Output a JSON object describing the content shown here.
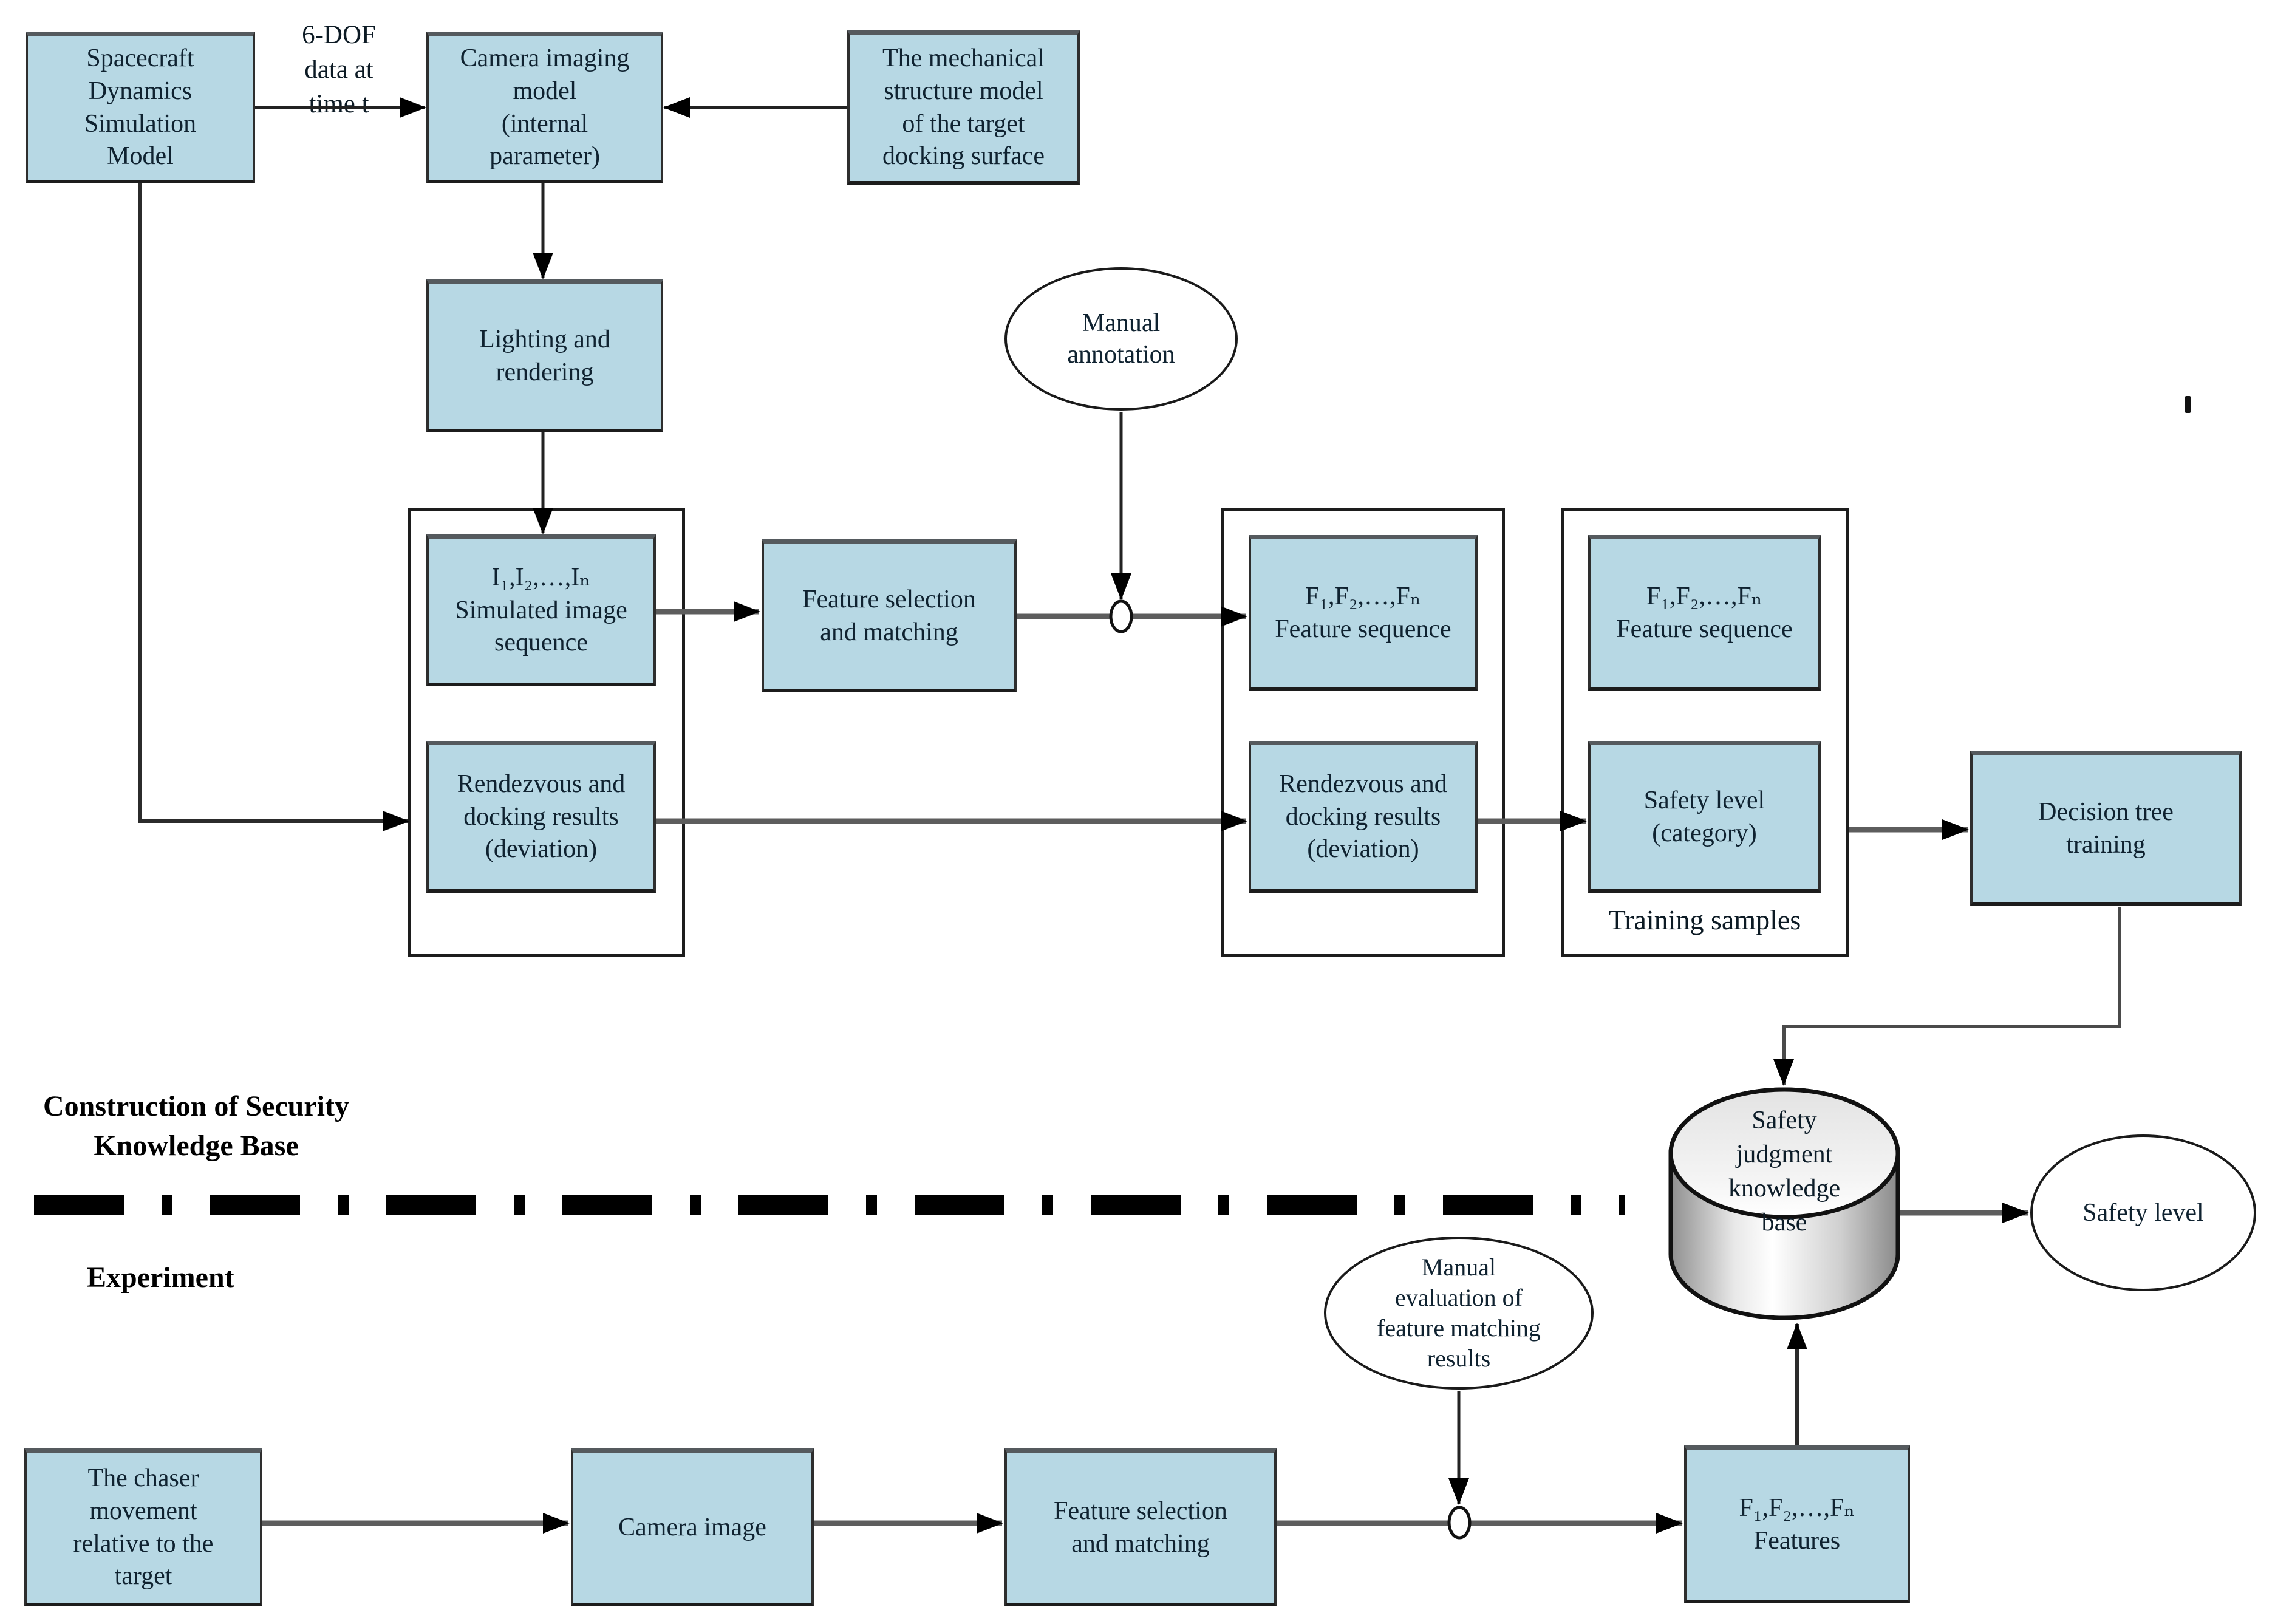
{
  "sections": {
    "construction_label": "Construction of Security\nKnowledge Base",
    "experiment_label": "Experiment"
  },
  "labels": {
    "dof": "6-DOF\ndata at\ntime t",
    "training_samples": "Training samples",
    "stray_mark": ""
  },
  "nodes": {
    "spacecraft": {
      "label": "Spacecraft\nDynamics\nSimulation\nModel"
    },
    "camera_model": {
      "label": "Camera imaging\nmodel\n(internal\nparameter)"
    },
    "mechanical": {
      "label": "The mechanical\nstructure model\nof the target\ndocking surface"
    },
    "lighting": {
      "label": "Lighting and\nrendering"
    },
    "sim_sequence": {
      "label": "I₁,I₂,…,Iₙ\nSimulated image\nsequence"
    },
    "feature_sel_top": {
      "label": "Feature selection\nand matching"
    },
    "feature_seq_1": {
      "label": "F₁,F₂,…,Fₙ\nFeature sequence"
    },
    "rendezvous_1": {
      "label": "Rendezvous and\ndocking results\n(deviation)"
    },
    "rendezvous_2": {
      "label": "Rendezvous and\ndocking results\n(deviation)"
    },
    "feature_seq_2": {
      "label": "F₁,F₂,…,Fₙ\nFeature sequence"
    },
    "safety_category": {
      "label": "Safety level\n(category)"
    },
    "decision_tree": {
      "label": "Decision tree\ntraining"
    },
    "manual_annotation": {
      "label": "Manual\nannotation"
    },
    "manual_evaluation": {
      "label": "Manual\nevaluation of\nfeature matching\nresults"
    },
    "knowledge_base": {
      "label": "Safety\njudgment\nknowledge\nbase"
    },
    "safety_level_out": {
      "label": "Safety level"
    },
    "chaser": {
      "label": "The chaser\nmovement\nrelative to the\ntarget"
    },
    "camera_image": {
      "label": "Camera image"
    },
    "feature_sel_bottom": {
      "label": "Feature selection\nand matching"
    },
    "features_out": {
      "label": "F₁,F₂,…,Fₙ\nFeatures"
    }
  },
  "colors": {
    "box_fill": "#b7d8e4",
    "box_border": "#2e2e2e",
    "connector_thin": "#2b2b2b",
    "connector_thick": "#5d5d5d",
    "arrowhead": "#000000",
    "divider": "#000000"
  }
}
